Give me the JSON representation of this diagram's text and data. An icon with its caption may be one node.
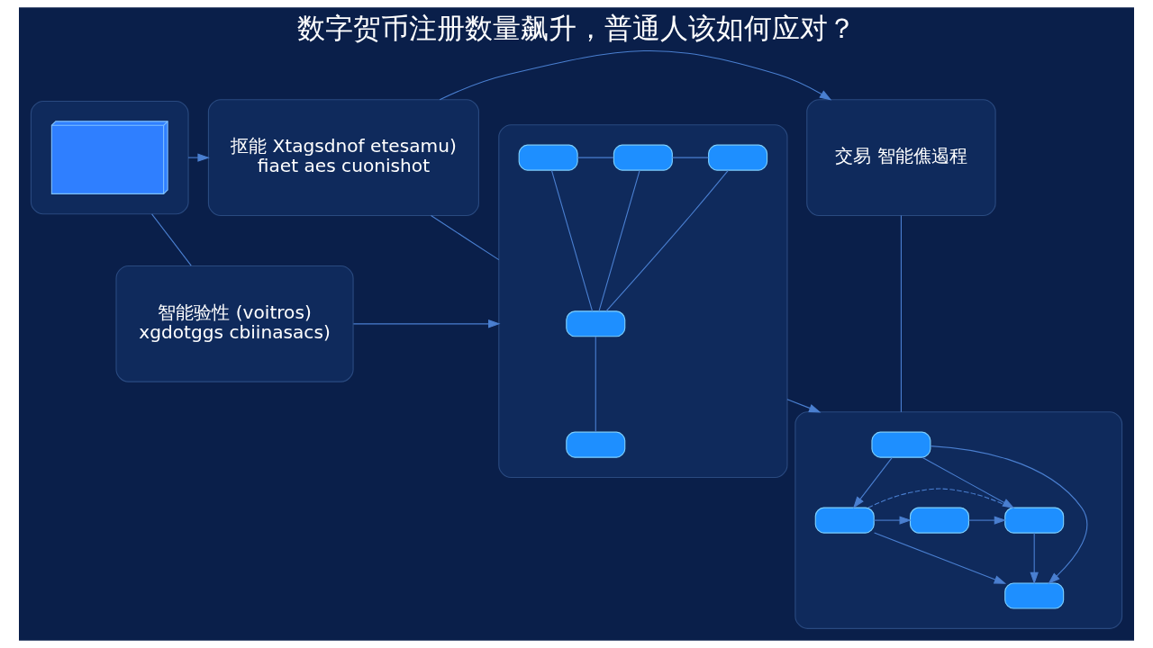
{
  "diagram": {
    "title": "数字贺币注册数量飙升，普通人该如何应对？",
    "nodes": [
      {
        "text": [],
        "shape": "box"
      },
      {
        "text": [
          "抠能 Xtagsdnof etesamu)",
          "fiaet aes cuonishot"
        ]
      },
      {
        "text": [
          "交易 智能僬遏程"
        ]
      },
      {
        "text": [
          "智能验性 (voitros)",
          "xgdotggs cbiinasacs)"
        ]
      },
      {
        "text": [],
        "shape": "box"
      },
      {
        "text": [],
        "shape": "box"
      },
      {
        "text": [],
        "shape": "picture",
        "in": 0
      },
      {
        "text": [],
        "shape": "box",
        "in": 4
      },
      {
        "text": [],
        "shape": "box",
        "in": 4
      },
      {
        "text": [],
        "shape": "box",
        "in": 4
      },
      {
        "text": [],
        "shape": "box",
        "in": 4
      },
      {
        "text": [],
        "shape": "box",
        "in": 4
      },
      {
        "text": [],
        "shape": "box",
        "in": 5
      },
      {
        "text": [],
        "shape": "box",
        "in": 5
      },
      {
        "text": [],
        "shape": "box",
        "in": 5
      },
      {
        "text": [],
        "shape": "box",
        "in": 5
      },
      {
        "text": [],
        "shape": "box",
        "in": 5
      }
    ],
    "edges": [
      {
        "from": 0,
        "to": 1,
        "arrow": "to"
      },
      {
        "from": 1,
        "to": 2,
        "arrow": "to"
      },
      {
        "from": 0,
        "to": 3,
        "arrow": "none"
      },
      {
        "from": 1,
        "to": 4,
        "arrow": "none"
      },
      {
        "from": 2,
        "to": 5,
        "arrow": "none"
      },
      {
        "from": 3,
        "to": 4,
        "arrow": "to"
      },
      {
        "from": 4,
        "to": 5,
        "arrow": "to"
      },
      {
        "from": 8,
        "to": 7,
        "arrow": "none"
      },
      {
        "from": 9,
        "to": 8,
        "arrow": "none"
      },
      {
        "from": 10,
        "to": 8,
        "arrow": "none"
      },
      {
        "from": 11,
        "to": 8,
        "arrow": "none"
      },
      {
        "from": 9,
        "to": 10,
        "arrow": "none"
      },
      {
        "from": 10,
        "to": 11,
        "arrow": "none"
      },
      {
        "from": 12,
        "to": 13,
        "arrow": "to"
      },
      {
        "from": 12,
        "to": 15,
        "arrow": "to"
      },
      {
        "from": 13,
        "to": 14,
        "arrow": "to"
      },
      {
        "from": 14,
        "to": 15,
        "arrow": "to"
      },
      {
        "from": 12,
        "to": 16,
        "arrow": "to"
      },
      {
        "from": 13,
        "to": 16,
        "arrow": "to"
      },
      {
        "from": 15,
        "to": 16,
        "arrow": "to"
      },
      {
        "from": 13,
        "to": 15,
        "arrow": "none",
        "style": "dashed"
      }
    ]
  }
}
